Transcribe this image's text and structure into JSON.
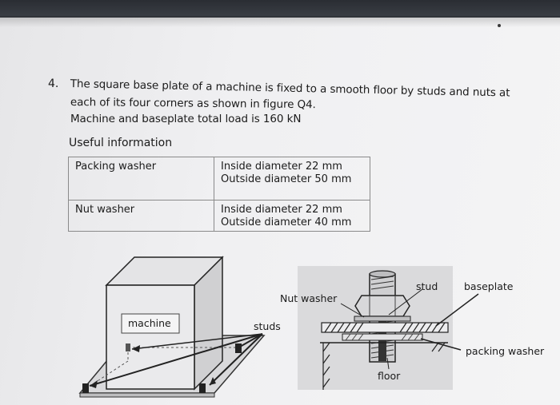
{
  "question": {
    "number": "4.",
    "lines": [
      "The square base plate of a machine is fixed to a smooth floor by studs and nuts at",
      "each of its four corners as shown in figure Q4.",
      "Machine and baseplate total load is 160 kN"
    ]
  },
  "useful_heading": "Useful information",
  "info_table": [
    {
      "label": "Packing washer",
      "lines": [
        "Inside diameter 22 mm",
        "Outside diameter 50 mm"
      ]
    },
    {
      "label": "Nut washer",
      "lines": [
        "Inside diameter 22 mm",
        "Outside diameter 40 mm"
      ]
    }
  ],
  "figure": {
    "machine_label": "machine",
    "studs_label": "studs",
    "nut_washer_label": "Nut washer",
    "stud_label": "stud",
    "baseplate_label": "baseplate",
    "packing_washer_label": "packing washer",
    "floor_label": "floor"
  }
}
